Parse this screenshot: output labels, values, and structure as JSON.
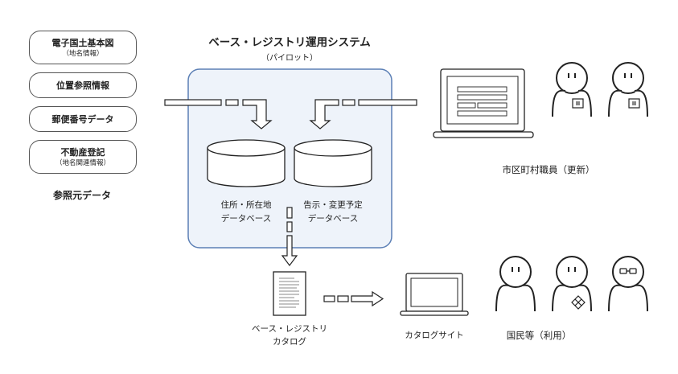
{
  "sources": {
    "boxes": [
      {
        "main": "電子国土基本図",
        "sub": "（地名情報）"
      },
      {
        "main": "位置参照情報",
        "sub": ""
      },
      {
        "main": "郵便番号データ",
        "sub": ""
      },
      {
        "main": "不動産登記",
        "sub": "（地名関連情報）"
      }
    ],
    "caption": "参照元データ"
  },
  "system": {
    "title": "ベース・レジストリ運用システム",
    "subtitle": "（パイロット）",
    "db_left": {
      "line1": "住所・所在地",
      "line2": "データベース"
    },
    "db_right": {
      "line1": "告示・変更予定",
      "line2": "データベース"
    }
  },
  "staff_label": "市区町村職員（更新）",
  "catalog_label": {
    "line1": "ベース・レジストリ",
    "line2": "カタログ"
  },
  "catalog_site_label": "カタログサイト",
  "public_label": "国民等（利用）",
  "colors": {
    "system_fill": "#eef3fa",
    "system_border": "#5b7fb5",
    "stroke": "#222222"
  }
}
